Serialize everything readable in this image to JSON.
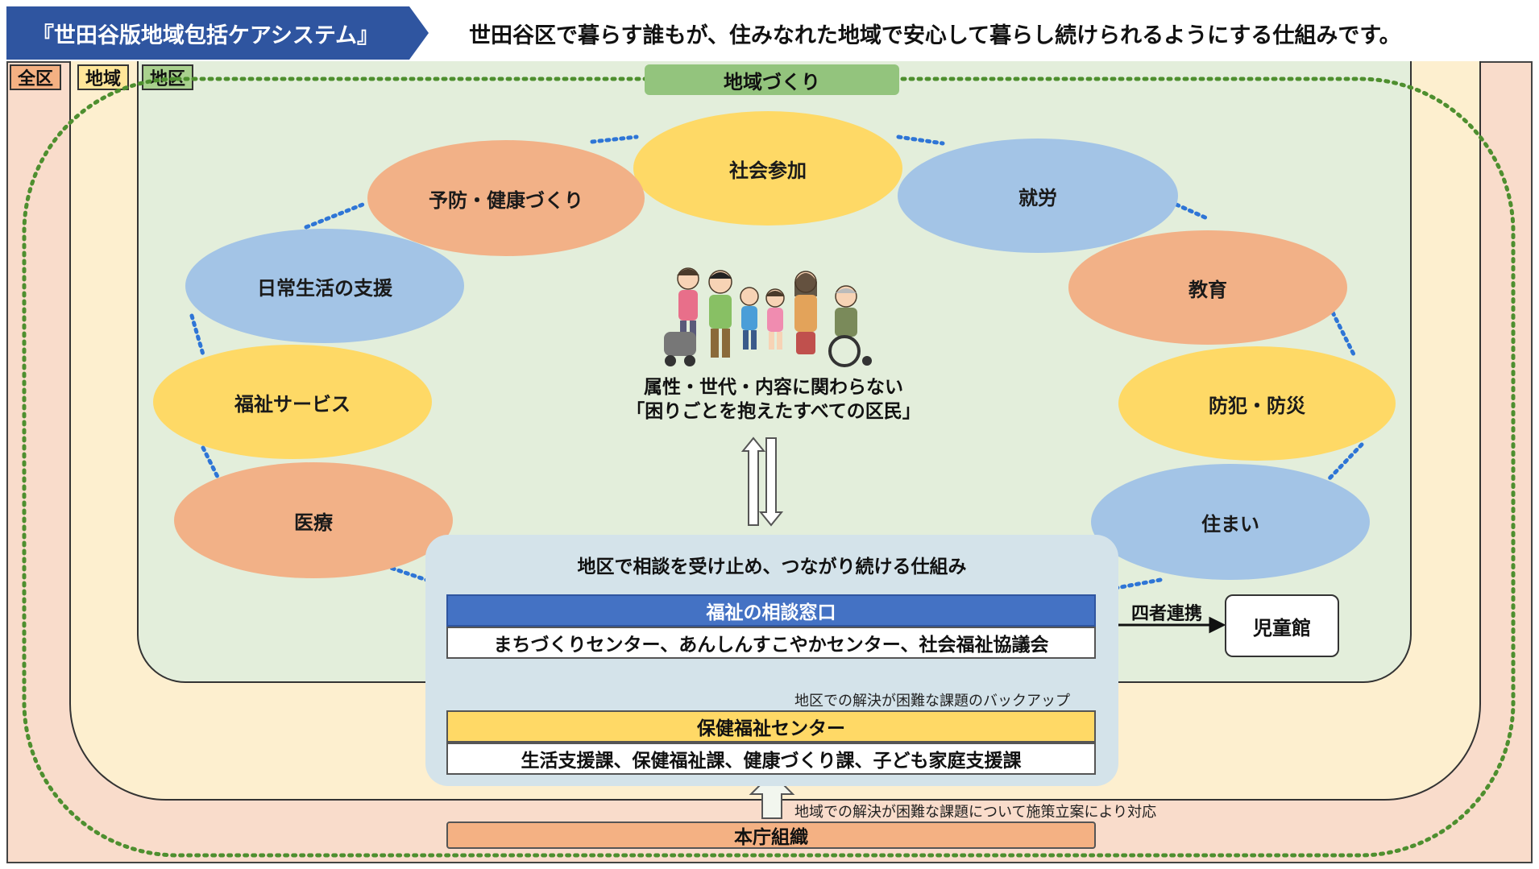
{
  "header": {
    "title": "『世田谷版地域包括ケアシステム』",
    "subtitle": "世田谷区で暮らす誰もが、住みなれた地域で安心して暮らし続けられるようにする仕組みです。"
  },
  "zones": {
    "zenku": "全区",
    "chiiki": "地域",
    "chiku": "地区",
    "colors": {
      "zenku": "#f9dccb",
      "chiiki": "#fdefcf",
      "chiku": "#e3eedb"
    }
  },
  "community": {
    "label": "地域づくり",
    "circles": [
      "社会参加",
      "予防・健康づくり",
      "就労",
      "日常生活の支援",
      "教育",
      "福祉サービス",
      "防犯・防災",
      "医療",
      "住まい"
    ]
  },
  "center": {
    "line1": "属性・世代・内容に関わらない",
    "line2": "「困りごとを抱えたすべての区民」",
    "icon": "family-group-icon"
  },
  "support": {
    "panel_title": "地区で相談を受け止め、つながり続ける仕組み",
    "madoguchi": "福祉の相談窓口",
    "madoguchi_members": "まちづくりセンター、あんしんすこやかセンター、社会福祉協議会",
    "backup_note": "地区での解決が困難な課題のバックアップ",
    "hoken_center": "保健福祉センター",
    "hoken_members": "生活支援課、保健福祉課、健康づくり課、子ども家庭支援課",
    "policy_note": "地域での解決が困難な課題について施策立案により対応",
    "honcho": "本庁組織",
    "partnership": "四者連携",
    "jidokan": "児童館"
  }
}
